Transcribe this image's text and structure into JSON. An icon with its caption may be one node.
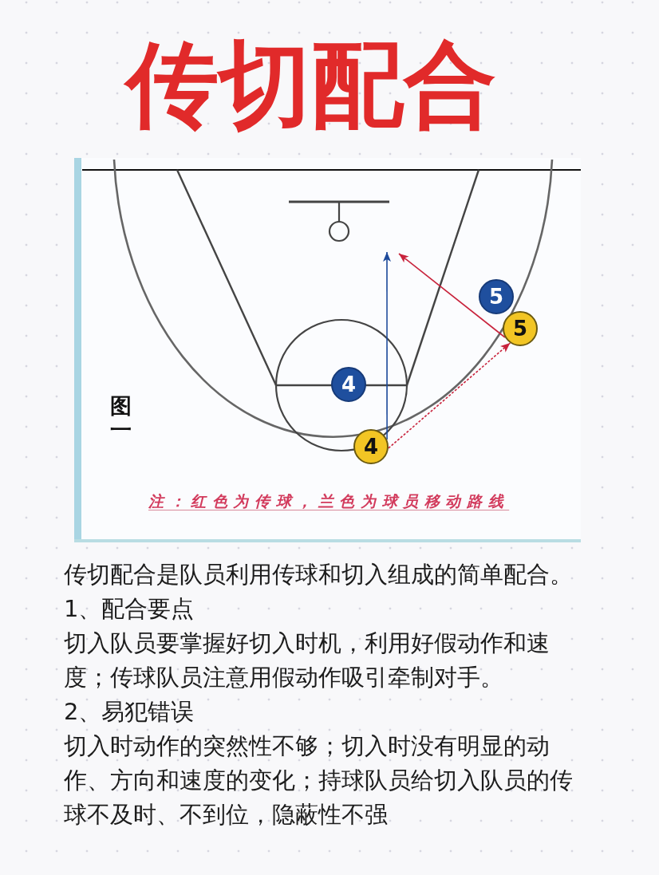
{
  "diagram": {
    "title": "传切配合",
    "nodes": [
      {
        "text": [
          "5"
        ]
      },
      {
        "text": [
          "5"
        ]
      },
      {
        "text": [
          "4"
        ]
      },
      {
        "text": [
          "4"
        ]
      }
    ],
    "edges": [
      {
        "from": 3,
        "to": 1,
        "arrow": "to",
        "style": "dashed"
      },
      {
        "from": 1,
        "to": null,
        "arrow": "to"
      },
      {
        "from": 3,
        "to": null,
        "arrow": "to",
        "color": "#1d4a9b"
      }
    ],
    "labels": [
      "图一",
      "注：红色为传球，兰色为球员移动路线",
      "传切配合是队员利用传球和切入组成的简单配合。",
      "1、配合要点",
      "切入队员要掌握好切入时机，利用好假动作和速度；传球队员注意用假动作吸引牵制对手。",
      "2、易犯错误",
      "切入时动作的突然性不够；切入时没有明显的动作、方向和速度的变化；持球队员给切入队员的传球不及时、不到位，隐蔽性不强"
    ]
  }
}
